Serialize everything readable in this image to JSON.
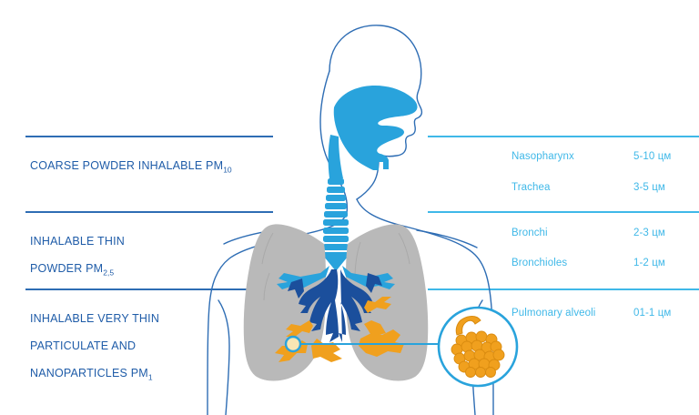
{
  "diagram": {
    "title_hidden": "",
    "colors": {
      "left_text": "#1f5ca8",
      "left_rule": "#2e6db4",
      "right_text": "#3fb8e8",
      "right_rule": "#3fb8e8",
      "airway_cyan": "#29a3dc",
      "bronchi_navy": "#1b4f9c",
      "alveoli_orange": "#f0a01e",
      "lung_gray": "#b9b9b9",
      "body_outline": "#2e6db4",
      "background": "#ffffff"
    }
  },
  "left_labels": [
    {
      "id": "pm10",
      "line1": "COARSE POWDER INHALABLE PM",
      "subscript": "10"
    },
    {
      "id": "pm25",
      "line1": "INHALABLE THIN",
      "line2": "POWDER PM",
      "subscript": "2,5"
    },
    {
      "id": "pm1",
      "line1": "INHALABLE VERY THIN",
      "line2": "PARTICULATE AND",
      "line3": "NANOPARTICLES PM",
      "subscript": "1"
    }
  ],
  "right_rows": [
    {
      "id": "nasopharynx",
      "term": "Nasopharynx",
      "size": "5-10 цм"
    },
    {
      "id": "trachea",
      "term": "Trachea",
      "size": "3-5 цм"
    },
    {
      "id": "bronchi",
      "term": "Bronchi",
      "size": "2-3 цм"
    },
    {
      "id": "bronchioles",
      "term": "Bronchioles",
      "size": "1-2 цм"
    },
    {
      "id": "alveoli",
      "term": "Pulmonary alveoli",
      "size": "01-1 цм"
    }
  ],
  "anatomy_parts": [
    "head-silhouette",
    "nasal-oral-cavity",
    "trachea",
    "left-lung",
    "right-lung",
    "bronchial-tree",
    "alveoli-cluster",
    "magnifier-circle"
  ]
}
